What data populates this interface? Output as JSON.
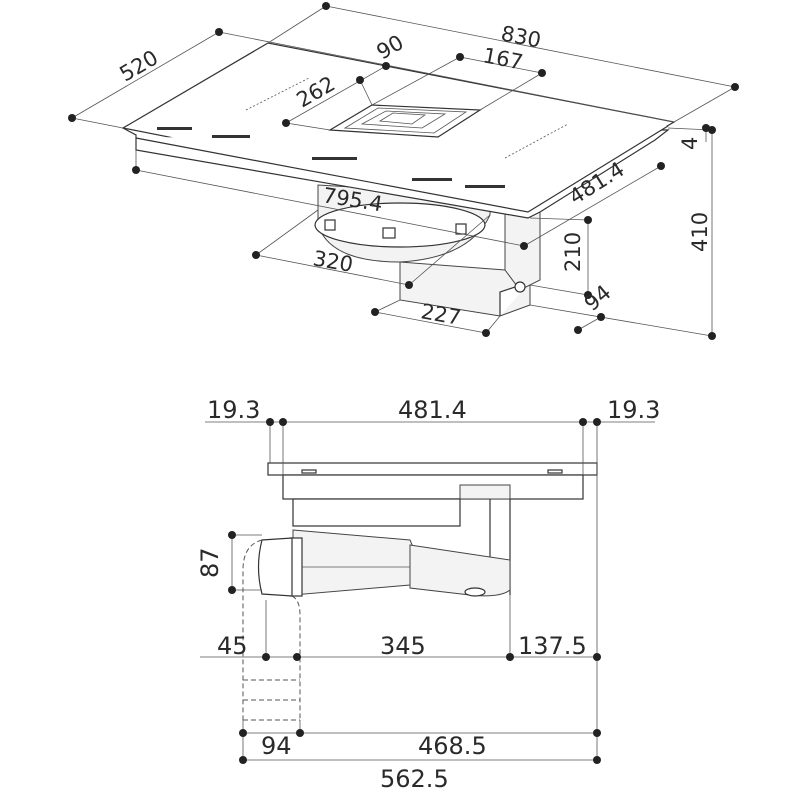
{
  "top_view": {
    "width_830": "830",
    "depth_520": "520",
    "vent_offset_90": "90",
    "vent_width_167": "167",
    "vent_depth_262": "262",
    "glass_4": "4",
    "height_410": "410",
    "cutout_depth_481_4": "481.4",
    "cutout_width_795_4": "795.4",
    "height_210": "210",
    "fan_320": "320",
    "duct_227": "227",
    "duct_94": "94"
  },
  "side_view": {
    "margin_left": "19.3",
    "body_depth": "481.4",
    "margin_right": "19.3",
    "duct_height": "87",
    "offset_45": "45",
    "length_345": "345",
    "offset_137_5": "137.5",
    "duct_94": "94",
    "length_468_5": "468.5",
    "total_562_5": "562.5"
  }
}
